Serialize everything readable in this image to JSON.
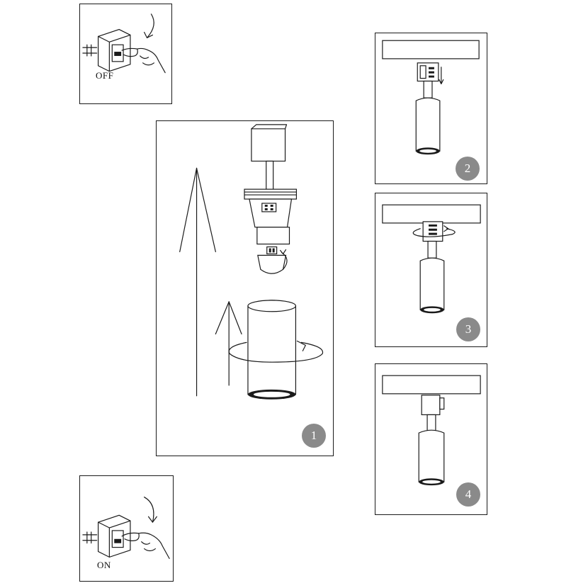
{
  "switch_off": {
    "label": "OFF"
  },
  "switch_on": {
    "label": "ON"
  },
  "steps": [
    {
      "number": "1"
    },
    {
      "number": "2"
    },
    {
      "number": "3"
    },
    {
      "number": "4"
    }
  ],
  "colors": {
    "badge": "#8a8a8a",
    "line": "#1a1a1a",
    "background": "#ffffff"
  },
  "icons": [
    "switch-box-icon",
    "hand-icon",
    "rotate-arrow-icon",
    "track-rail-icon",
    "spotlight-icon",
    "gu10-bulb-icon",
    "up-arrow-icon"
  ]
}
